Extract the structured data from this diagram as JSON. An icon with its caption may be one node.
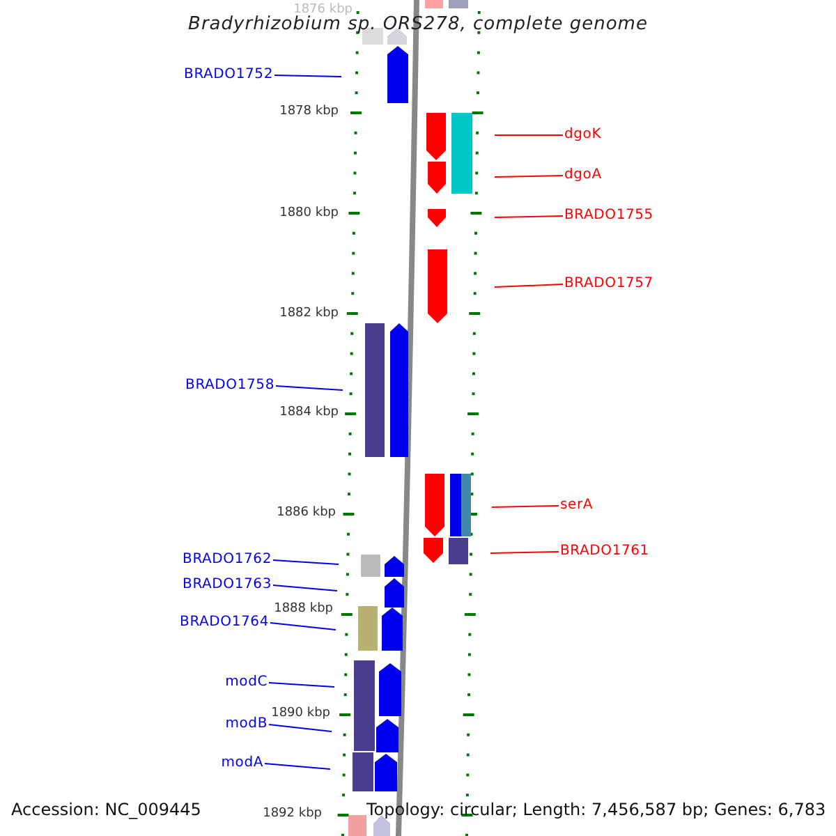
{
  "diagram": {
    "title": "Bradyrhizobium sp. ORS278, complete genome",
    "nodes": [
      {
        "text": [
          "BRADO1752"
        ]
      },
      {
        "text": [
          "dgoK"
        ]
      },
      {
        "text": [
          "dgoA"
        ]
      },
      {
        "text": [
          "BRADO1755"
        ]
      },
      {
        "text": [
          "BRADO1757"
        ]
      },
      {
        "text": [
          "BRADO1758"
        ]
      },
      {
        "text": [
          "serA"
        ]
      },
      {
        "text": [
          "BRADO1761"
        ]
      },
      {
        "text": [
          "BRADO1762"
        ]
      },
      {
        "text": [
          "BRADO1763"
        ]
      },
      {
        "text": [
          "BRADO1764"
        ]
      },
      {
        "text": [
          "modC"
        ]
      },
      {
        "text": [
          "modB"
        ]
      },
      {
        "text": [
          "modA"
        ]
      }
    ],
    "edges": [
      {
        "from": 0,
        "to": null,
        "arrow": "none"
      },
      {
        "from": 1,
        "to": null,
        "arrow": "none",
        "color": "#ff0000"
      },
      {
        "from": 2,
        "to": null,
        "arrow": "none",
        "color": "#ff0000"
      },
      {
        "from": 3,
        "to": null,
        "arrow": "none",
        "color": "#ff0000"
      },
      {
        "from": 4,
        "to": null,
        "arrow": "none",
        "color": "#ff0000"
      },
      {
        "from": 5,
        "to": null,
        "arrow": "none"
      },
      {
        "from": 6,
        "to": null,
        "arrow": "none",
        "color": "#ff0000"
      },
      {
        "from": 7,
        "to": null,
        "arrow": "none",
        "color": "#ff0000"
      },
      {
        "from": 8,
        "to": null,
        "arrow": "none"
      },
      {
        "from": 9,
        "to": null,
        "arrow": "none"
      },
      {
        "from": 10,
        "to": null,
        "arrow": "none"
      },
      {
        "from": 11,
        "to": null,
        "arrow": "none"
      },
      {
        "from": 12,
        "to": null,
        "arrow": "none"
      },
      {
        "from": 13,
        "to": null,
        "arrow": "none"
      }
    ],
    "labels": [
      "1876 kbp",
      "1878 kbp",
      "1880 kbp",
      "1882 kbp",
      "1884 kbp",
      "1886 kbp",
      "1888 kbp",
      "1890 kbp",
      "Accession: NC_009445",
      "1892 kbp",
      "Topology: circular; Length: 7,456,587 bp; Genes: 6,783"
    ]
  }
}
